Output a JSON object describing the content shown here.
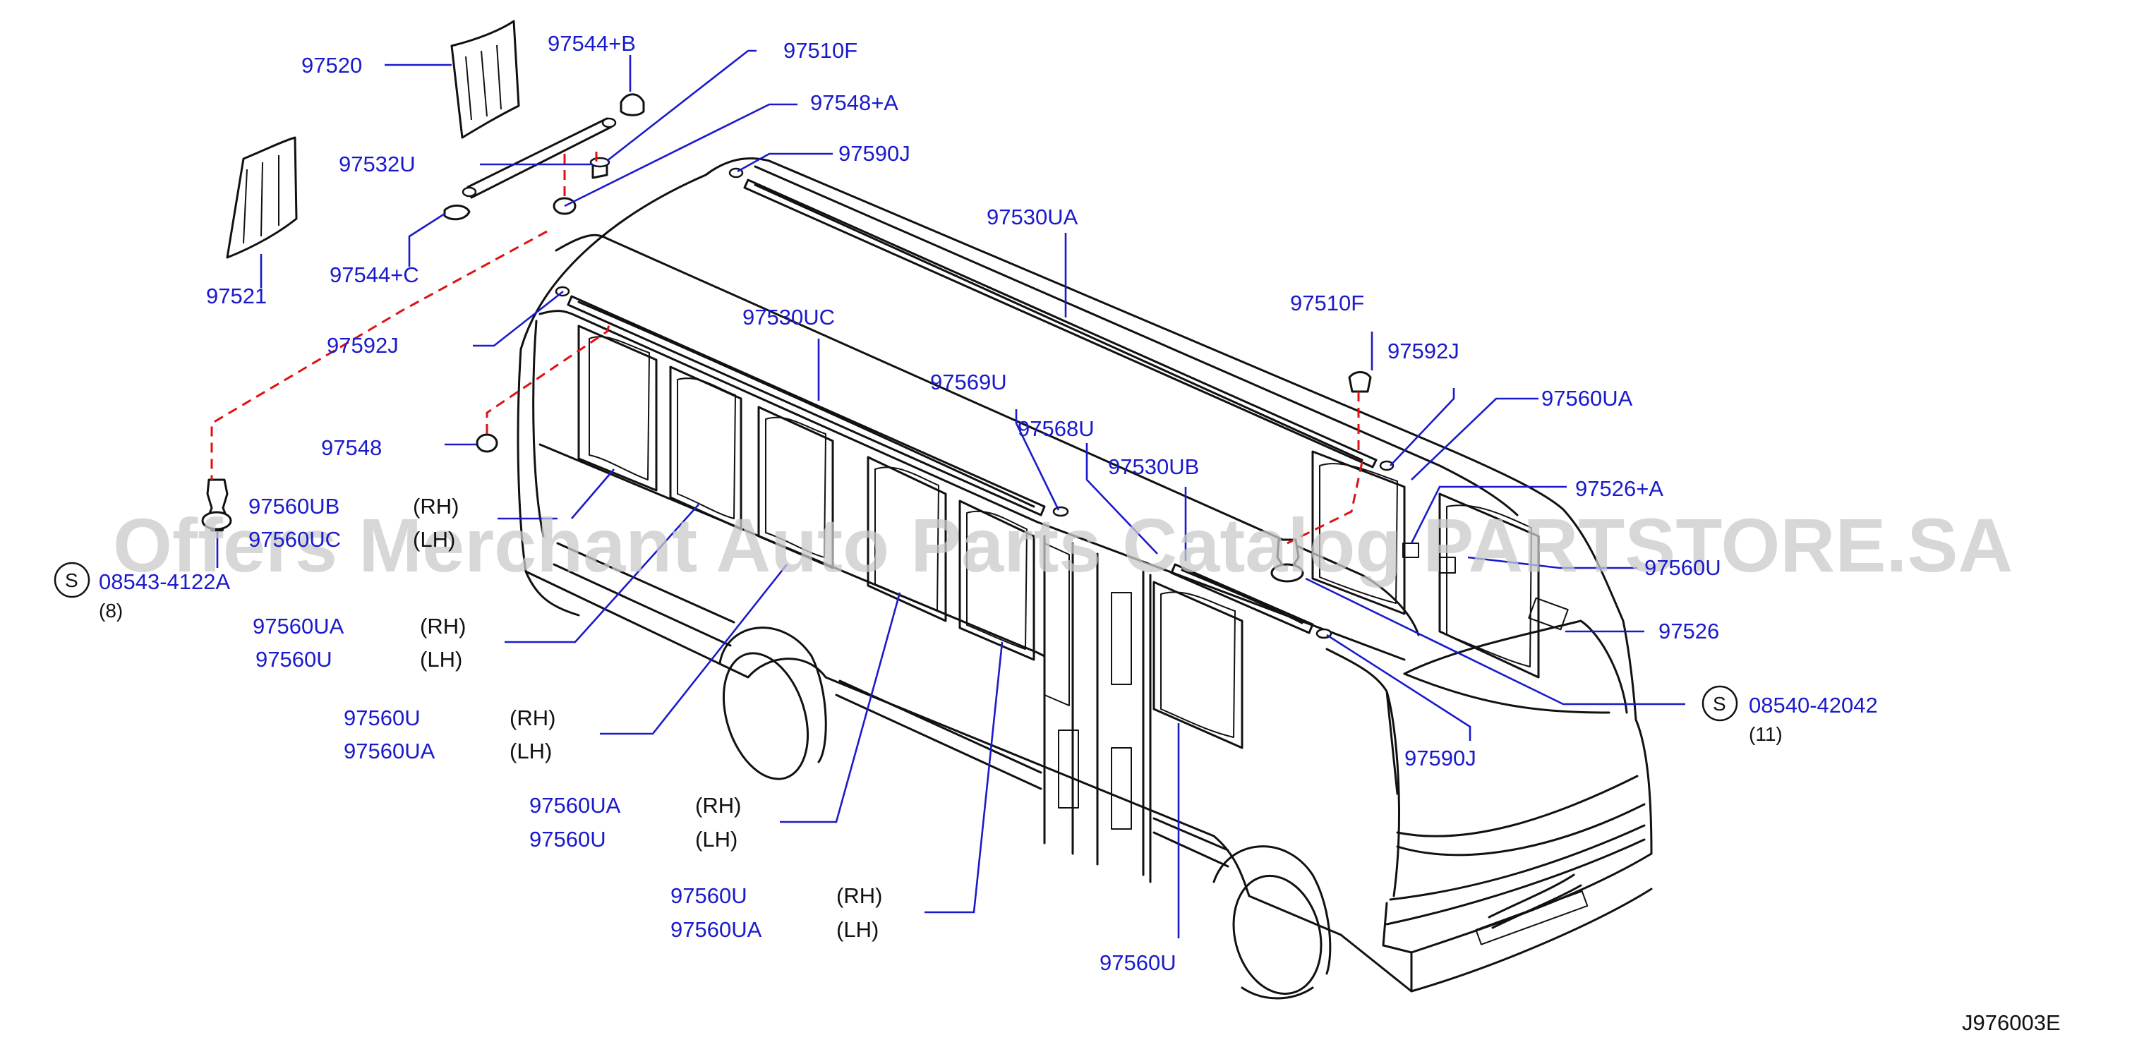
{
  "labels": {
    "p97520": "97520",
    "p97544b": "97544+B",
    "p97510f_top": "97510F",
    "p97548a": "97548+A",
    "p97532u": "97532U",
    "p97590j_top": "97590J",
    "p97521": "97521",
    "p97544c": "97544+C",
    "p97592j_left": "97592J",
    "p97530ua": "97530UA",
    "p97530uc": "97530UC",
    "p97510f_right": "97510F",
    "p97592j_right": "97592J",
    "p97569u": "97569U",
    "p97548": "97548",
    "p97568u": "97568U",
    "p97560ua_right": "97560UA",
    "p97530ub": "97530UB",
    "p97526a": "97526+A",
    "p97560ub": "97560UB",
    "p97560uc": "97560UC",
    "p97560u_right": "97560U",
    "s_bolt_left": "08543-4122A",
    "s_bolt_left_qty": "(8)",
    "p97526": "97526",
    "s_bolt_right": "08540-42042",
    "s_bolt_right_qty": "(11)",
    "g1_a": "97560UA",
    "g1_b": "97560U",
    "p97590j_bottom": "97590J",
    "g2_a": "97560U",
    "g2_b": "97560UA",
    "g3_a": "97560UA",
    "g3_b": "97560U",
    "g4_a": "97560U",
    "g4_b": "97560UA",
    "p97560u_bottom": "97560U",
    "diagram_code": "J976003E"
  },
  "sides": {
    "rh": "(RH)",
    "lh": "(LH)"
  },
  "symbol_s": "S",
  "watermark": "Offers Merchant Auto Parts Catalog PARTSTORE.SA",
  "colors": {
    "part_number": "#1a1acd",
    "leader_line": "#1a1acd",
    "dashed_guide": "#e01010",
    "drawing": "#111111"
  }
}
